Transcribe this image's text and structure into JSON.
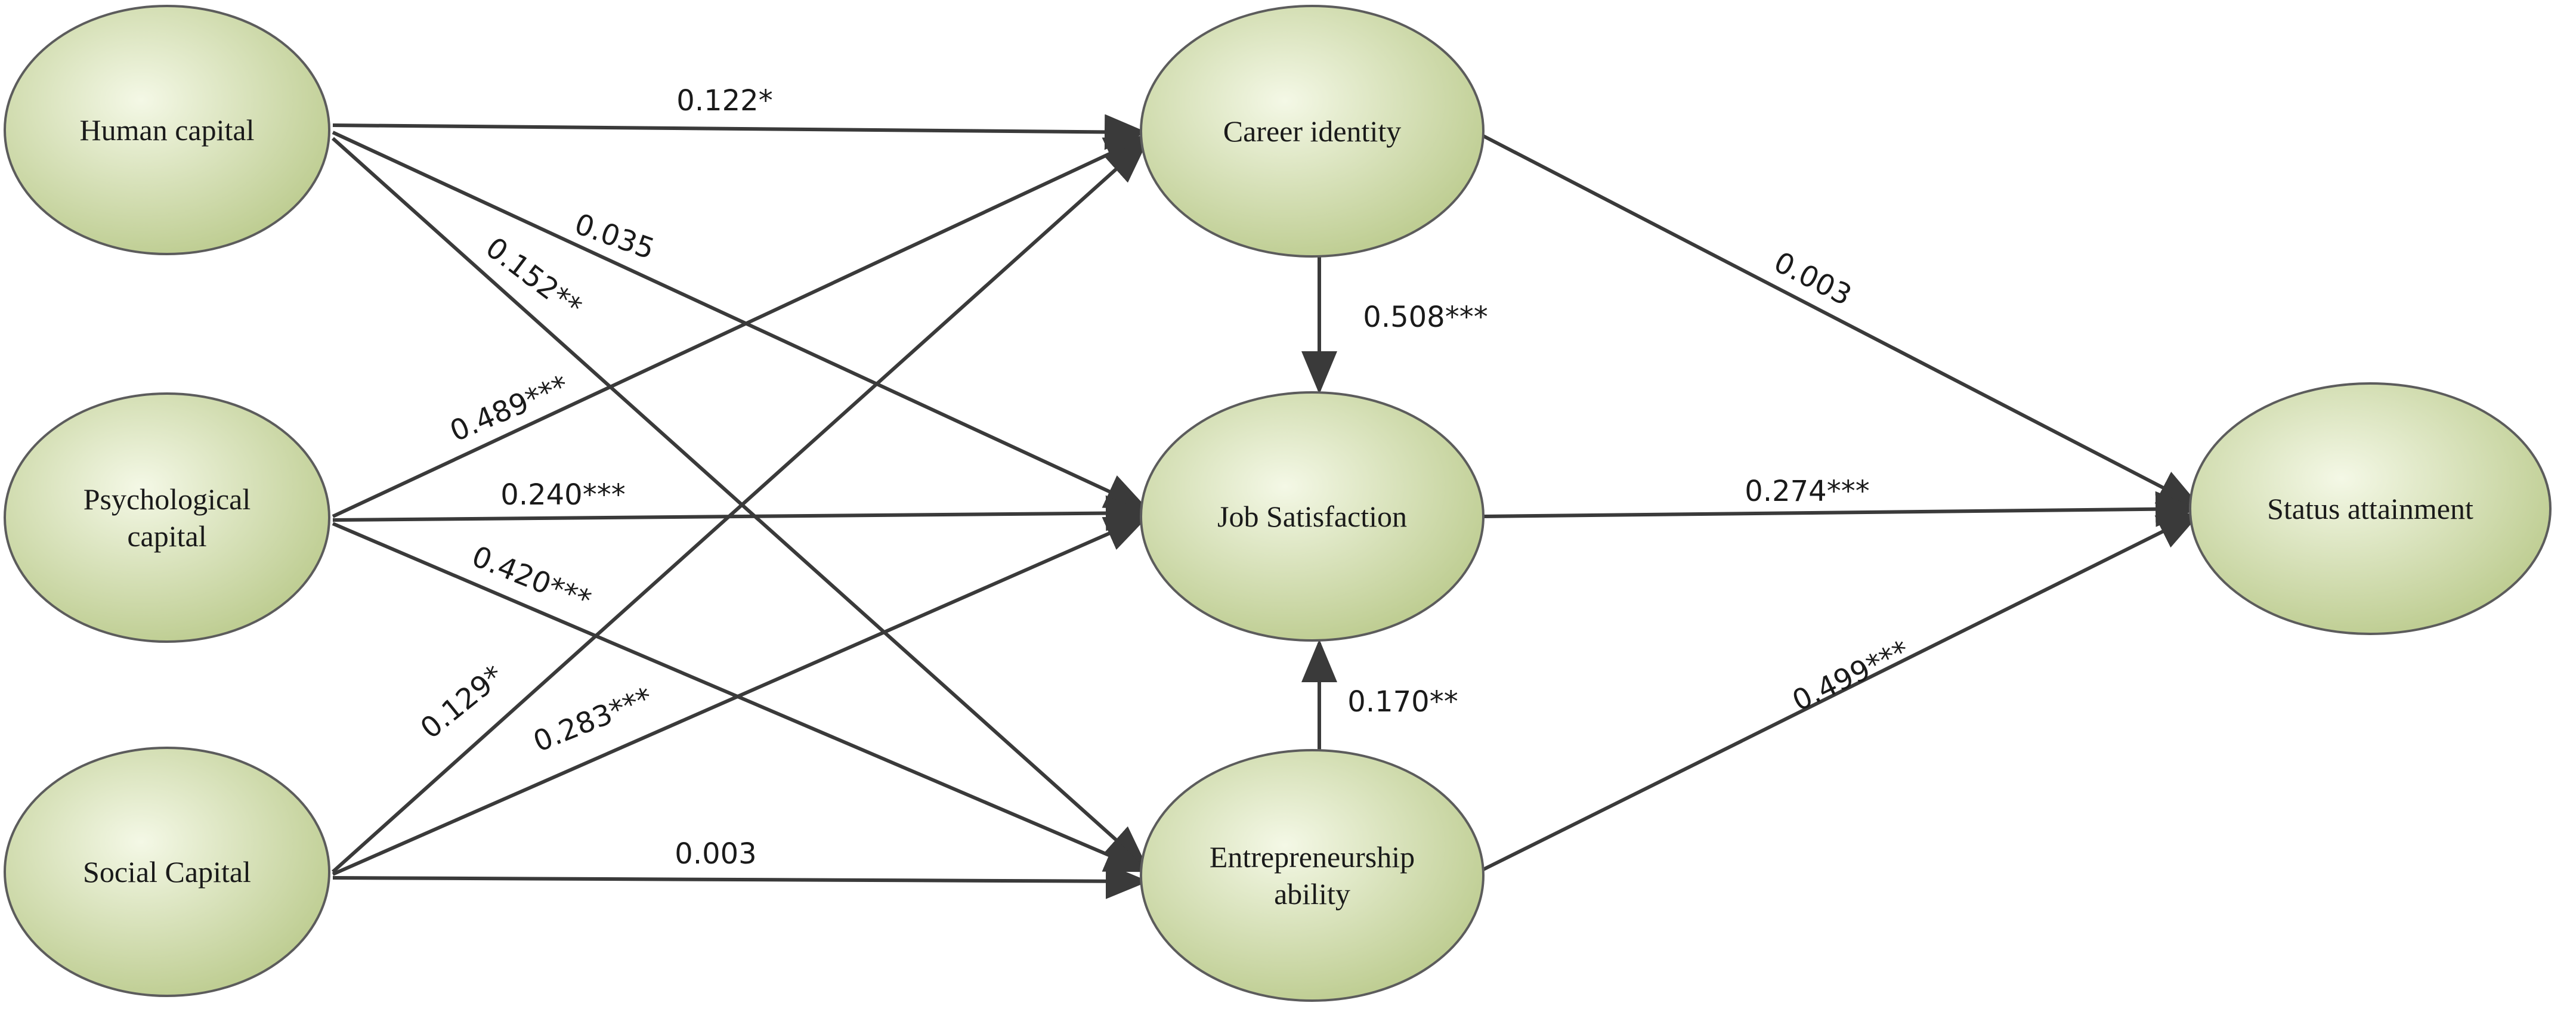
{
  "diagram": {
    "colors": {
      "node_fill_light": "#f4f8e6",
      "node_fill_dark": "#b9c98a",
      "node_stroke": "#5c5c5c",
      "edge_color": "#3a3a3a",
      "text_color": "#1a1a1a"
    },
    "nodes": [
      {
        "id": "human",
        "lines": [
          "Human capital"
        ]
      },
      {
        "id": "psych",
        "lines": [
          "Psychological",
          "capital"
        ]
      },
      {
        "id": "social",
        "lines": [
          "Social Capital"
        ]
      },
      {
        "id": "career",
        "lines": [
          "Career identity"
        ]
      },
      {
        "id": "job",
        "lines": [
          "Job Satisfaction"
        ]
      },
      {
        "id": "entre",
        "lines": [
          "Entrepreneurship",
          "ability"
        ]
      },
      {
        "id": "status",
        "lines": [
          "Status attainment"
        ]
      }
    ],
    "edges": [
      {
        "from": "human",
        "to": "career",
        "coefficient": "0.122*"
      },
      {
        "from": "human",
        "to": "job",
        "coefficient": "0.035"
      },
      {
        "from": "human",
        "to": "entre",
        "coefficient": "0.152**"
      },
      {
        "from": "psych",
        "to": "career",
        "coefficient": "0.489***"
      },
      {
        "from": "psych",
        "to": "job",
        "coefficient": "0.240***"
      },
      {
        "from": "psych",
        "to": "entre",
        "coefficient": "0.420***"
      },
      {
        "from": "social",
        "to": "career",
        "coefficient": "0.129*"
      },
      {
        "from": "social",
        "to": "job",
        "coefficient": "0.283***"
      },
      {
        "from": "social",
        "to": "entre",
        "coefficient": "0.003"
      },
      {
        "from": "career",
        "to": "job",
        "coefficient": "0.508***"
      },
      {
        "from": "entre",
        "to": "job",
        "coefficient": "0.170**"
      },
      {
        "from": "career",
        "to": "status",
        "coefficient": "0.003"
      },
      {
        "from": "job",
        "to": "status",
        "coefficient": "0.274***"
      },
      {
        "from": "entre",
        "to": "status",
        "coefficient": "0.499***"
      }
    ]
  }
}
